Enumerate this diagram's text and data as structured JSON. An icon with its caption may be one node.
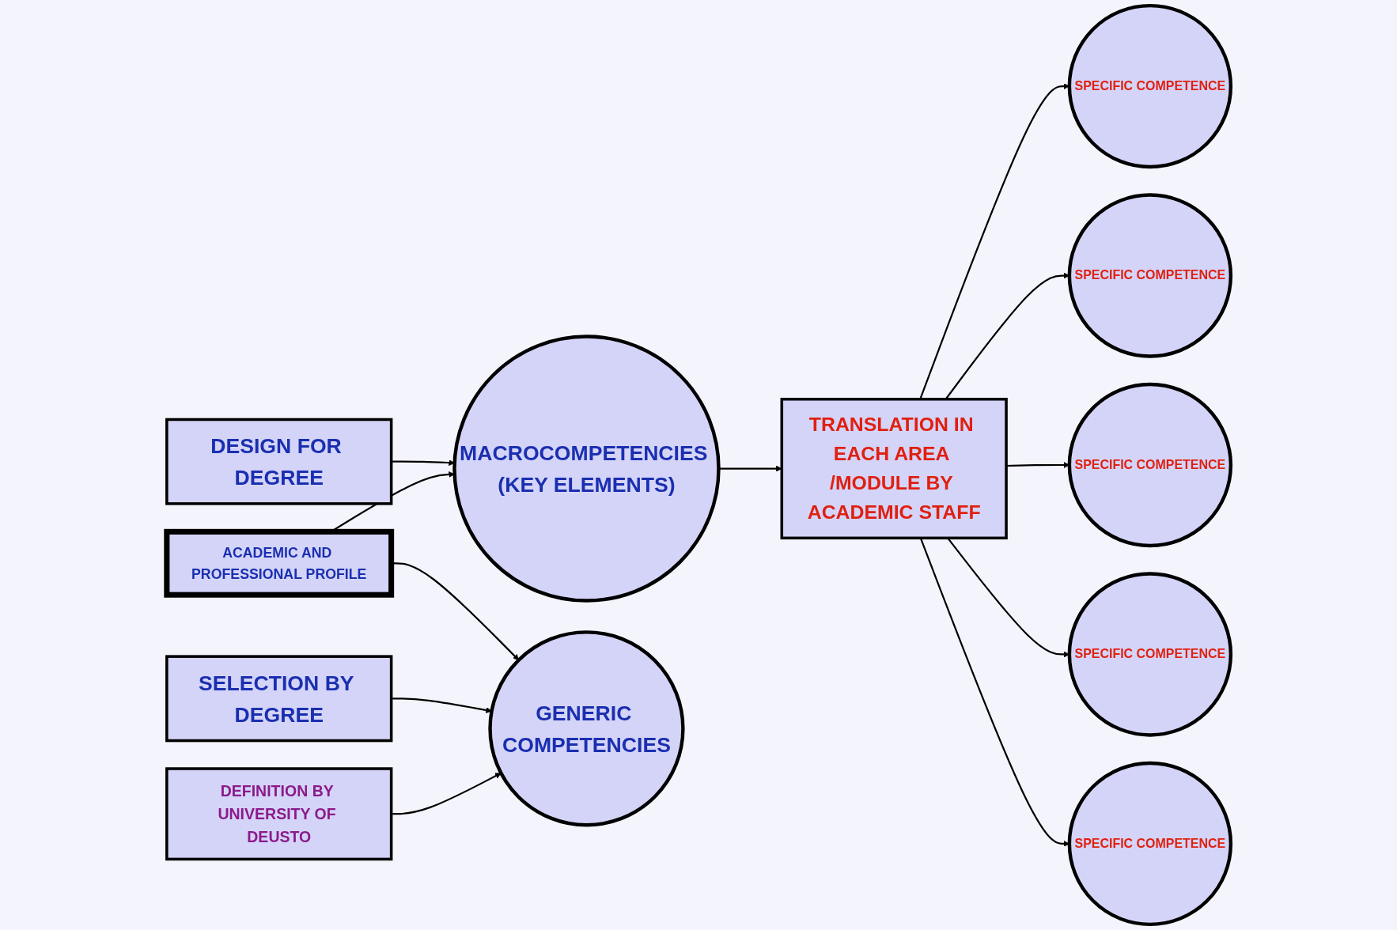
{
  "diagram": {
    "nodes": [
      {
        "text": [
          "DESIGN FOR DEGREE"
        ]
      },
      {
        "text": [
          "ACADEMIC AND PROFESSIONAL PROFILE"
        ]
      },
      {
        "text": [
          "MACROCOMPETENCIES (KEY ELEMENTS)"
        ]
      },
      {
        "text": [
          "TRANSLATION IN EACH AREA /MODULE BY ACADEMIC STAFF"
        ]
      },
      {
        "text": [
          "SPECIFIC COMPETENCE"
        ]
      },
      {
        "text": [
          "SPECIFIC COMPETENCE"
        ]
      },
      {
        "text": [
          "SPECIFIC COMPETENCE"
        ]
      },
      {
        "text": [
          "SPECIFIC COMPETENCE"
        ]
      },
      {
        "text": [
          "SPECIFIC COMPETENCE"
        ]
      },
      {
        "text": [
          "GENERIC COMPETENCIES"
        ]
      },
      {
        "text": [
          "SELECTION BY DEGREE"
        ]
      },
      {
        "text": [
          "DEFINITION BY UNIVERSITY OF DEUSTO"
        ]
      }
    ],
    "edges": [
      {
        "from": 0,
        "to": 2,
        "arrow": "to"
      },
      {
        "from": 1,
        "to": 2,
        "arrow": "to"
      },
      {
        "from": 2,
        "to": 3,
        "arrow": "to"
      },
      {
        "from": 3,
        "to": 4,
        "arrow": "to"
      },
      {
        "from": 3,
        "to": 5,
        "arrow": "to"
      },
      {
        "from": 3,
        "to": 6,
        "arrow": "to"
      },
      {
        "from": 3,
        "to": 7,
        "arrow": "to"
      },
      {
        "from": 3,
        "to": 8,
        "arrow": "to"
      },
      {
        "from": 1,
        "to": 9,
        "arrow": "to"
      },
      {
        "from": 10,
        "to": 9,
        "arrow": "to"
      },
      {
        "from": 11,
        "to": 9,
        "arrow": "to"
      }
    ]
  }
}
